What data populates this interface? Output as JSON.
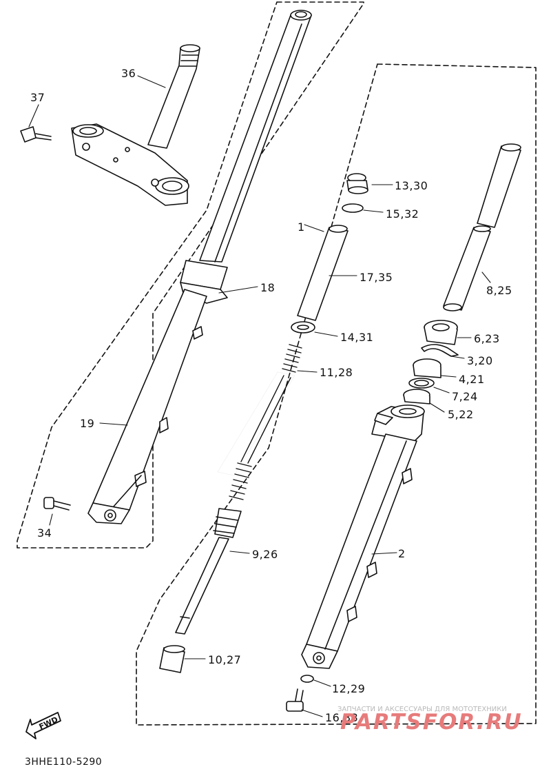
{
  "diagram": {
    "drawing_code": "3HHE110-5290",
    "fwd_label": "FWD",
    "watermark": {
      "tagline": "ЗАПЧАСТИ И АКСЕССУАРЫ ДЛЯ МОТОТЕХНИКИ",
      "logo": "PARTSFOR.RU"
    },
    "callouts": {
      "c1": "1",
      "c2": "2",
      "c3_20": "3,20",
      "c4_21": "4,21",
      "c5_22": "5,22",
      "c6_23": "6,23",
      "c7_24": "7,24",
      "c8_25": "8,25",
      "c9_26": "9,26",
      "c10_27": "10,27",
      "c11_28": "11,28",
      "c12_29": "12,29",
      "c13_30": "13,30",
      "c14_31": "14,31",
      "c15_32": "15,32",
      "c16_33": "16,33",
      "c17_35": "17,35",
      "c18": "18",
      "c19": "19",
      "c34": "34",
      "c36": "36",
      "c37": "37"
    }
  }
}
